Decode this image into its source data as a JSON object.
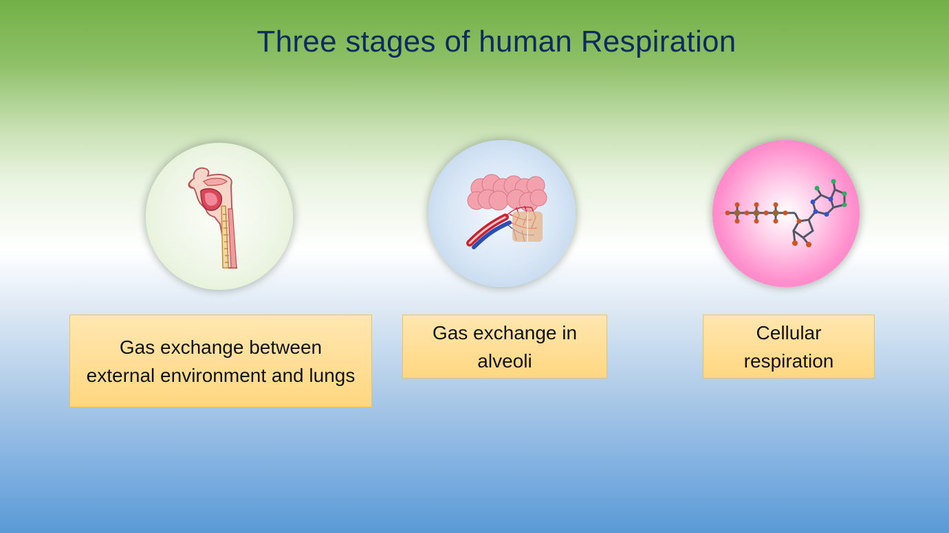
{
  "slide": {
    "title": "Three stages of human Respiration"
  },
  "stages": [
    {
      "label": "Gas exchange between external environment and lungs",
      "icon": "respiratory-tract-icon",
      "color": "#e9f3df"
    },
    {
      "label": "Gas exchange in alveoli",
      "icon": "alveoli-icon",
      "color": "#cfe0f3"
    },
    {
      "label": "Cellular respiration",
      "icon": "atp-molecule-icon",
      "color": "#ff8fcd"
    }
  ],
  "colors": {
    "title": "#0f2b5e",
    "box_fill": "#ffd780",
    "box_border": "#f0c060",
    "bg_top": "#72b147",
    "bg_bottom": "#5a9ad6"
  }
}
